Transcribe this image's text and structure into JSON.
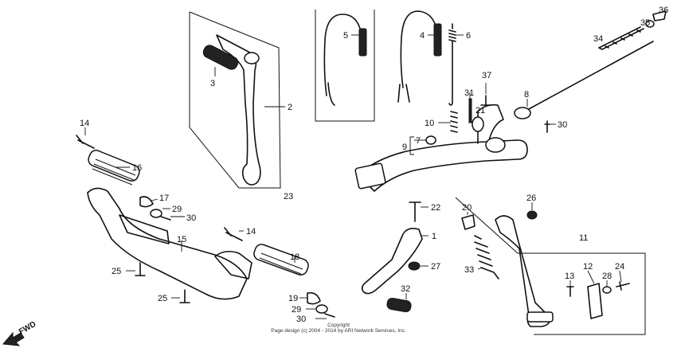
{
  "callouts": {
    "c1": "1",
    "c2": "2",
    "c3": "3",
    "c4": "4",
    "c5": "5",
    "c6": "6",
    "c7": "7",
    "c8": "8",
    "c9": "9",
    "c10": "10",
    "c11": "11",
    "c12": "12",
    "c13": "13",
    "c14a": "14",
    "c14b": "14",
    "c15": "15",
    "c16": "16",
    "c17": "17",
    "c18": "18",
    "c19": "19",
    "c20": "20",
    "c21": "21",
    "c22": "22",
    "c23": "23",
    "c24": "24",
    "c25a": "25",
    "c25b": "25",
    "c26": "26",
    "c27": "27",
    "c28": "28",
    "c29a": "29",
    "c29b": "29",
    "c30a": "30",
    "c30b": "30",
    "c30c": "30",
    "c31": "31",
    "c32": "32",
    "c33": "33",
    "c34": "34",
    "c35": "35",
    "c36": "36",
    "c37": "37"
  },
  "fwd_label": "FWD",
  "copyright_line1": "Copyright",
  "copyright_line2": "Page design (c) 2004 - 2014 by ARI Network Services, Inc."
}
